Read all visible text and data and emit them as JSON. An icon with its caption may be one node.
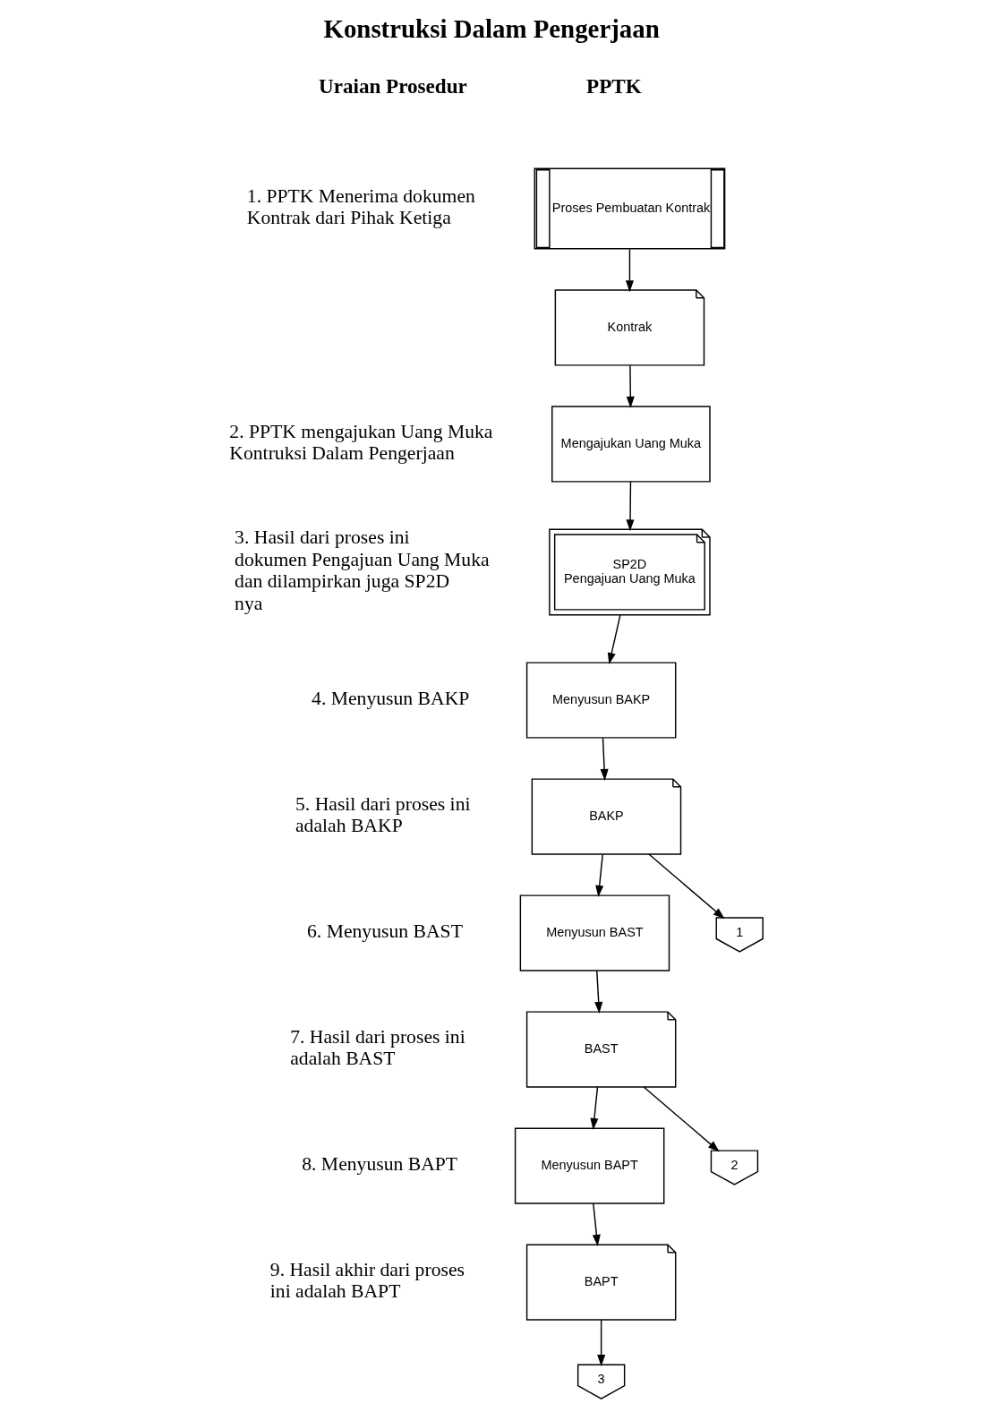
{
  "diagram": {
    "title": "Konstruksi Dalam Pengerjaan",
    "nodes": [
      {
        "text": [
          "Proses Pembuatan Kontrak"
        ]
      },
      {
        "text": [
          "Kontrak"
        ]
      },
      {
        "text": [
          "Mengajukan Uang Muka"
        ]
      },
      {
        "text": [
          "SP2D",
          "Pengajuan Uang Muka"
        ]
      },
      {
        "text": [
          "Menyusun BAKP"
        ]
      },
      {
        "text": [
          "BAKP"
        ]
      },
      {
        "text": [
          "Menyusun BAST"
        ]
      },
      {
        "text": [
          "BAST"
        ]
      },
      {
        "text": [
          "Menyusun BAPT"
        ]
      },
      {
        "text": [
          "BAPT"
        ]
      },
      {
        "text": [
          "3"
        ]
      },
      {
        "text": [
          "2"
        ]
      },
      {
        "text": [
          "1"
        ]
      }
    ],
    "edges": [
      {
        "from": 0,
        "to": 1,
        "arrow": "to"
      },
      {
        "from": 1,
        "to": 2,
        "arrow": "to"
      },
      {
        "from": 2,
        "to": 3,
        "arrow": "to"
      },
      {
        "from": 3,
        "to": 4,
        "arrow": "to"
      },
      {
        "from": 4,
        "to": 5,
        "arrow": "to"
      },
      {
        "from": 5,
        "to": 6,
        "arrow": "to"
      },
      {
        "from": 6,
        "to": 7,
        "arrow": "to"
      },
      {
        "from": 7,
        "to": 8,
        "arrow": "to"
      },
      {
        "from": 8,
        "to": 9,
        "arrow": "to"
      },
      {
        "from": 9,
        "to": 10,
        "arrow": "to"
      },
      {
        "from": 7,
        "to": 11,
        "arrow": "to"
      },
      {
        "from": 5,
        "to": 12,
        "arrow": "to"
      }
    ],
    "labels": [
      "Uraian Prosedur",
      "PPTK",
      "1. PPTK Menerima dokumen Kontrak dari Pihak Ketiga",
      "2. PPTK mengajukan Uang Muka Kontruksi Dalam Pengerjaan",
      "3. Hasil dari proses ini dokumen Pengajuan Uang Muka dan dilampirkan juga SP2D nya",
      "4. Menyusun BAKP",
      "5. Hasil dari proses ini adalah BAKP",
      "6. Menyusun BAST",
      "7. Hasil dari proses ini adalah BAST",
      "8. Menyusun BAPT",
      "9. Hasil akhir dari proses ini adalah BAPT"
    ]
  }
}
